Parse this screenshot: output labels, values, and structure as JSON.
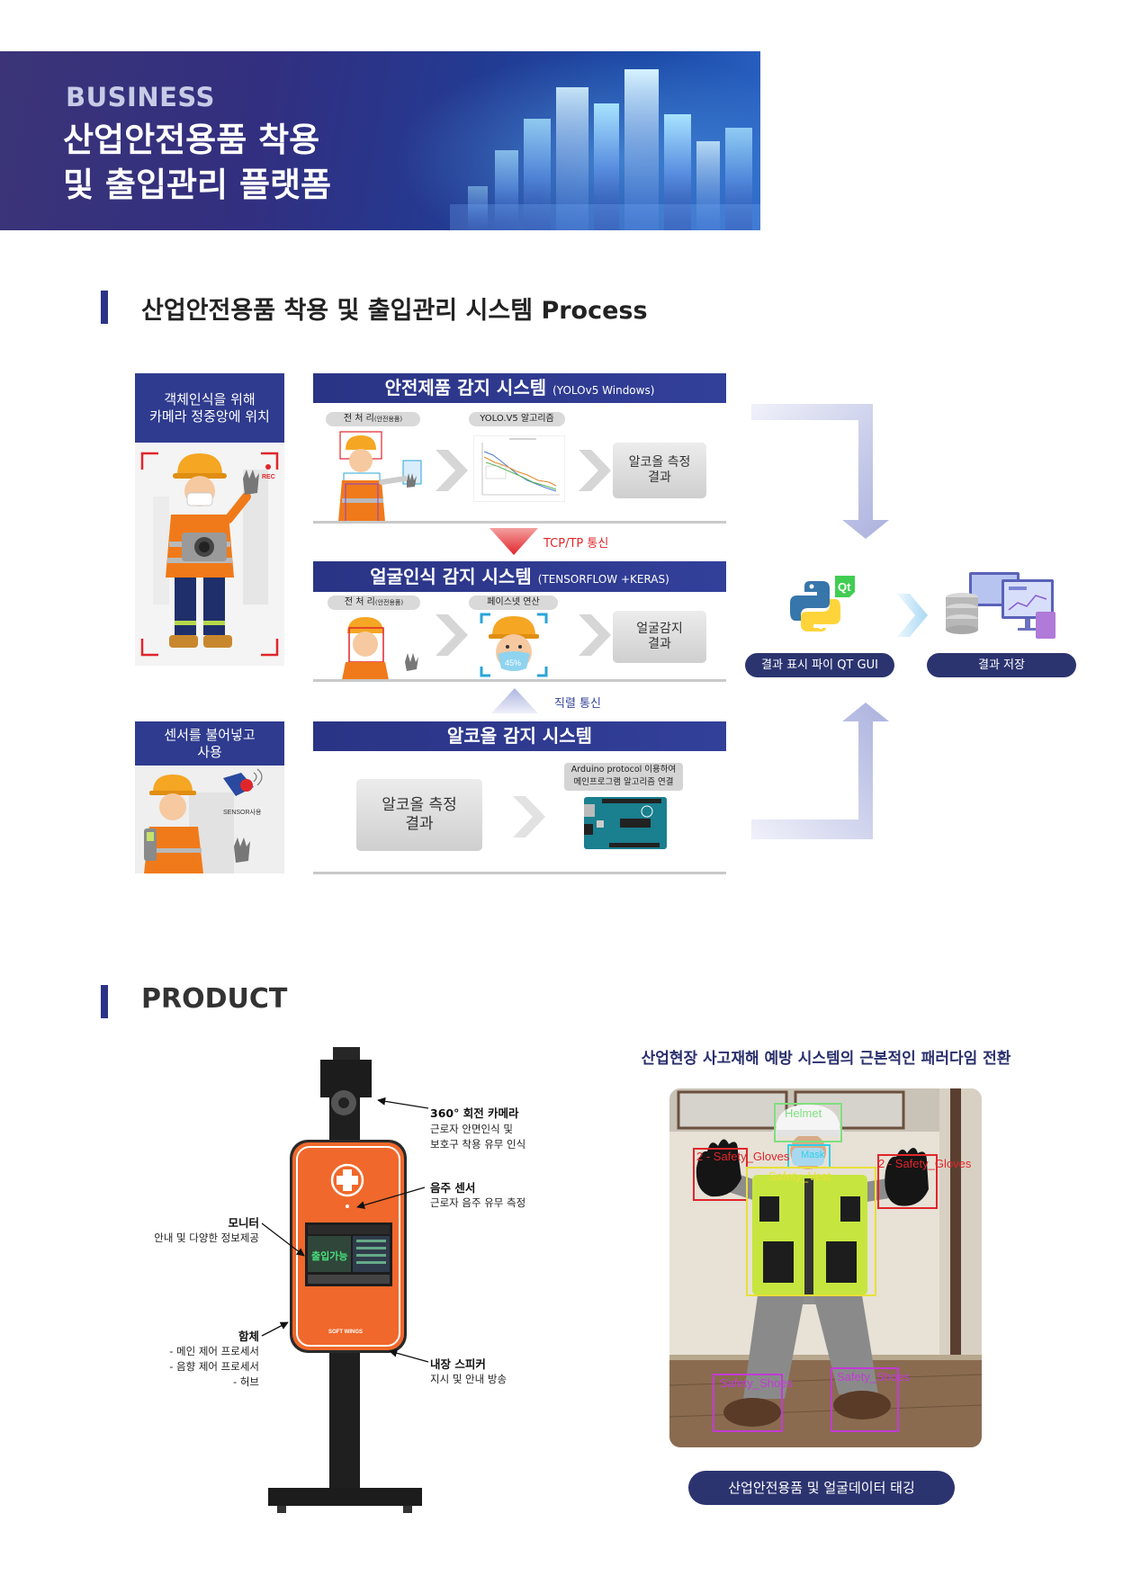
{
  "banner": {
    "category": "BUSINESS",
    "title_line1": "산업안전용품 착용",
    "title_line2": "및 출입관리 플랫폼"
  },
  "process": {
    "heading": "산업안전용품 착용 및 출입관리 시스템 Process",
    "camera_card": {
      "line1": "객체인식을 위해",
      "line2": "카메라 정중앙에 위치",
      "rec_badge": "REC"
    },
    "sensor_card": {
      "line1": "센서를 불어넣고",
      "line2": "사용",
      "sensor_tag": "SENSOR사용"
    },
    "safety_system": {
      "title": "안전제품 감지 시스템",
      "subtitle": "(YOLOv5 Windows)",
      "step1_main": "전 처 리",
      "step1_sub": "(안전용품)",
      "step2": "YOLO.V5 알고리즘",
      "result_line1": "알코올 측정",
      "result_line2": "결과"
    },
    "tcp_link": "TCP/TP 통신",
    "face_system": {
      "title": "얼굴인식 감지 시스템",
      "subtitle": "(TENSORFLOW +KERAS)",
      "step1_main": "전 처 리",
      "step1_sub": "(안전용품)",
      "step2": "페이스넷 연산",
      "face_percent": "45%",
      "result_line1": "얼굴감지",
      "result_line2": "결과"
    },
    "serial_link": "직렬 통신",
    "alcohol_system": {
      "title": "알코올 감지 시스템",
      "result_line1": "알코올 측정",
      "result_line2": "결과",
      "arduino_line1": "Arduino protocol 이용하여",
      "arduino_line2": "메인프로그램 알고리즘 연결"
    },
    "qt_logo": "Qt",
    "gui_label": "결과 표시 파이 QT GUI",
    "storage_label": "결과 저장"
  },
  "product": {
    "heading": "PRODUCT",
    "kiosk": {
      "screen_status": "출입가능",
      "brand": "SOFT WINGS",
      "camera_title": "360° 회전 카메라",
      "camera_desc1": "근로자 안면인식 및",
      "camera_desc2": "보호구 착용 유무 인식",
      "sensor_title": "음주 센서",
      "sensor_desc": "근로자 음주 유무 측정",
      "monitor_title": "모니터",
      "monitor_desc": "안내 및 다양한 정보제공",
      "housing_title": "함체",
      "housing_item1": "- 메인 제어 프로세서",
      "housing_item2": "- 음향 제어 프로세서",
      "housing_item3": "- 허브",
      "speaker_title": "내장 스피커",
      "speaker_desc": "지시 및 안내 방송"
    },
    "paradigm_heading": "산업현장 사고재해 예방 시스템의 근본적인 패러다임 전환",
    "photo_labels": {
      "helmet": "Helmet",
      "mask": "Mask",
      "glove_left": "2 - Safety_Gloves",
      "glove_right": "2 - Safety_Gloves",
      "vest": "Safety_Vest",
      "shoe_left": "Safety_Shoes",
      "shoe_right": "Safety_Shoes"
    },
    "caption": "산업안전용품 및 얼굴데이터 태깅"
  },
  "colors": {
    "navy": "#2b3487",
    "accent_red": "#e0262b",
    "kiosk_orange": "#f0682b"
  }
}
